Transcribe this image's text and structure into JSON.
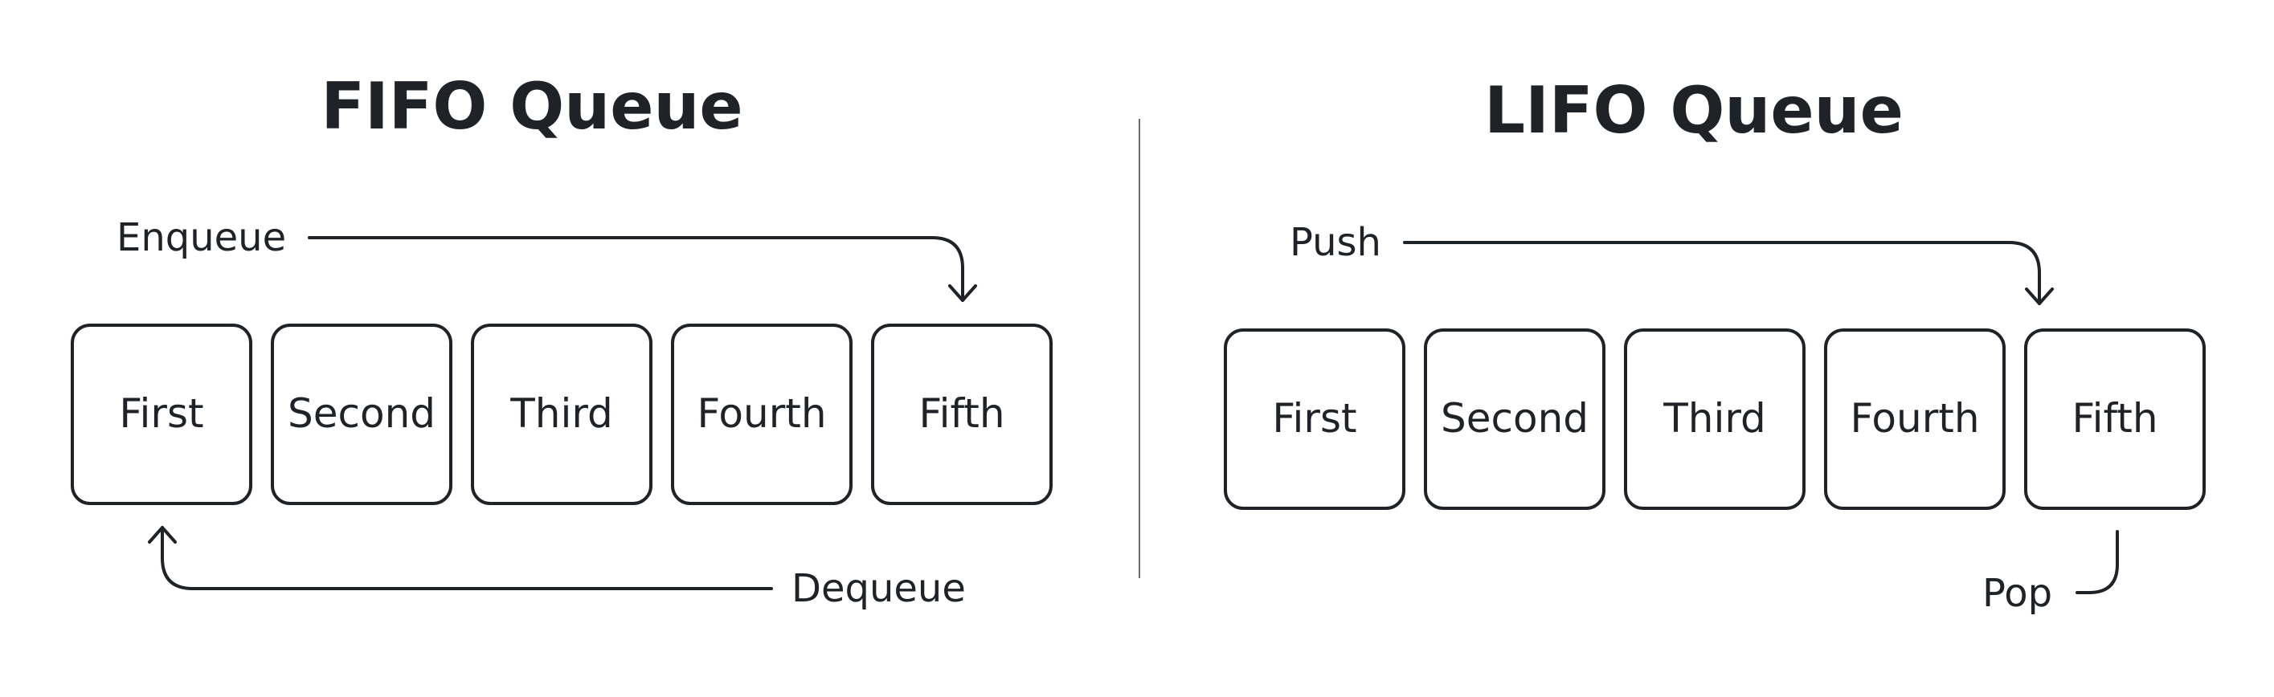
{
  "fifo": {
    "title": "FIFO Queue",
    "enqueue_label": "Enqueue",
    "dequeue_label": "Dequeue",
    "items": [
      "First",
      "Second",
      "Third",
      "Fourth",
      "Fifth"
    ]
  },
  "lifo": {
    "title": "LIFO Queue",
    "push_label": "Push",
    "pop_label": "Pop",
    "items": [
      "First",
      "Second",
      "Third",
      "Fourth",
      "Fifth"
    ]
  }
}
